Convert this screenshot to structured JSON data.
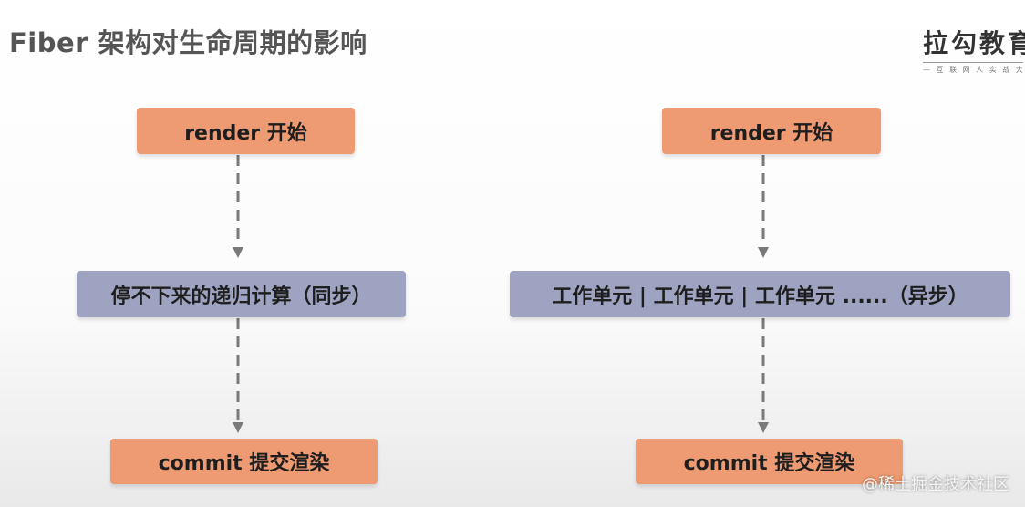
{
  "title": "Fiber 架构对生命周期的影响",
  "logo": {
    "main": "拉勾教育",
    "sub": "— 互 联 网 人 实 战 大 学"
  },
  "left_flow": {
    "start": "render 开始",
    "middle": "停不下来的递归计算（同步）",
    "end": "commit 提交渲染"
  },
  "right_flow": {
    "start": "render 开始",
    "middle": "工作单元 | 工作单元 | 工作单元 ......（异步）",
    "end": "commit 提交渲染"
  },
  "watermark": "@稀土掘金技术社区",
  "colors": {
    "orange_box": "#ee9a72",
    "purple_box": "#9ea3c1",
    "arrow": "#7a7a7a"
  }
}
